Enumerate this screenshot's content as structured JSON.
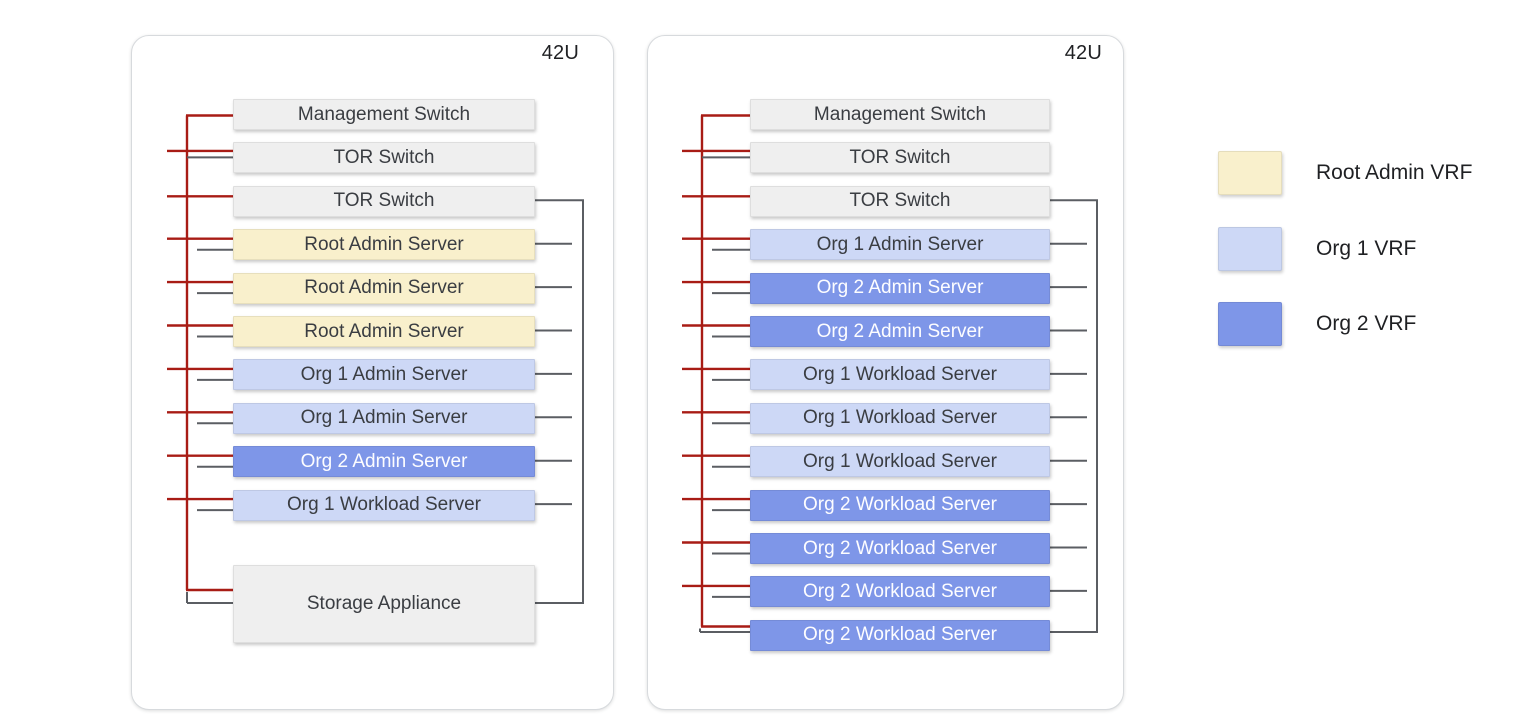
{
  "diagram": {
    "racks": [
      {
        "id": "rack-1",
        "capacity_label": "42U",
        "units": [
          {
            "label": "Management Switch",
            "type": "switch"
          },
          {
            "label": "TOR Switch",
            "type": "switch"
          },
          {
            "label": "TOR Switch",
            "type": "switch"
          },
          {
            "label": "Root Admin Server",
            "type": "root-admin"
          },
          {
            "label": "Root Admin Server",
            "type": "root-admin"
          },
          {
            "label": "Root Admin Server",
            "type": "root-admin"
          },
          {
            "label": "Org 1 Admin Server",
            "type": "org1"
          },
          {
            "label": "Org 1 Admin Server",
            "type": "org1"
          },
          {
            "label": "Org 2 Admin Server",
            "type": "org2"
          },
          {
            "label": "Org 1 Workload Server",
            "type": "org1"
          },
          {
            "label": "Storage Appliance",
            "type": "storage",
            "tall": true
          }
        ]
      },
      {
        "id": "rack-2",
        "capacity_label": "42U",
        "units": [
          {
            "label": "Management Switch",
            "type": "switch"
          },
          {
            "label": "TOR Switch",
            "type": "switch"
          },
          {
            "label": "TOR Switch",
            "type": "switch"
          },
          {
            "label": "Org 1 Admin Server",
            "type": "org1"
          },
          {
            "label": "Org 2 Admin Server",
            "type": "org2"
          },
          {
            "label": "Org 2 Admin Server",
            "type": "org2"
          },
          {
            "label": "Org 1 Workload Server",
            "type": "org1"
          },
          {
            "label": "Org 1 Workload Server",
            "type": "org1"
          },
          {
            "label": "Org 1 Workload Server",
            "type": "org1"
          },
          {
            "label": "Org 2 Workload Server",
            "type": "org2"
          },
          {
            "label": "Org 2 Workload Server",
            "type": "org2"
          },
          {
            "label": "Org 2 Workload Server",
            "type": "org2"
          },
          {
            "label": "Org 2 Workload Server",
            "type": "org2"
          }
        ]
      }
    ],
    "legend": [
      {
        "label": "Root Admin VRF",
        "color": "#f9f0cc"
      },
      {
        "label": "Org 1 VRF",
        "color": "#cdd8f6"
      },
      {
        "label": "Org 2 VRF",
        "color": "#7e96e8"
      }
    ],
    "colors": {
      "management_network_line": "#a81c15",
      "data_network_line": "#5b5e63",
      "switch_fill": "#efefef",
      "root_admin_fill": "#f9f0cc",
      "org1_fill": "#cdd8f6",
      "org2_fill": "#7e96e8"
    }
  }
}
